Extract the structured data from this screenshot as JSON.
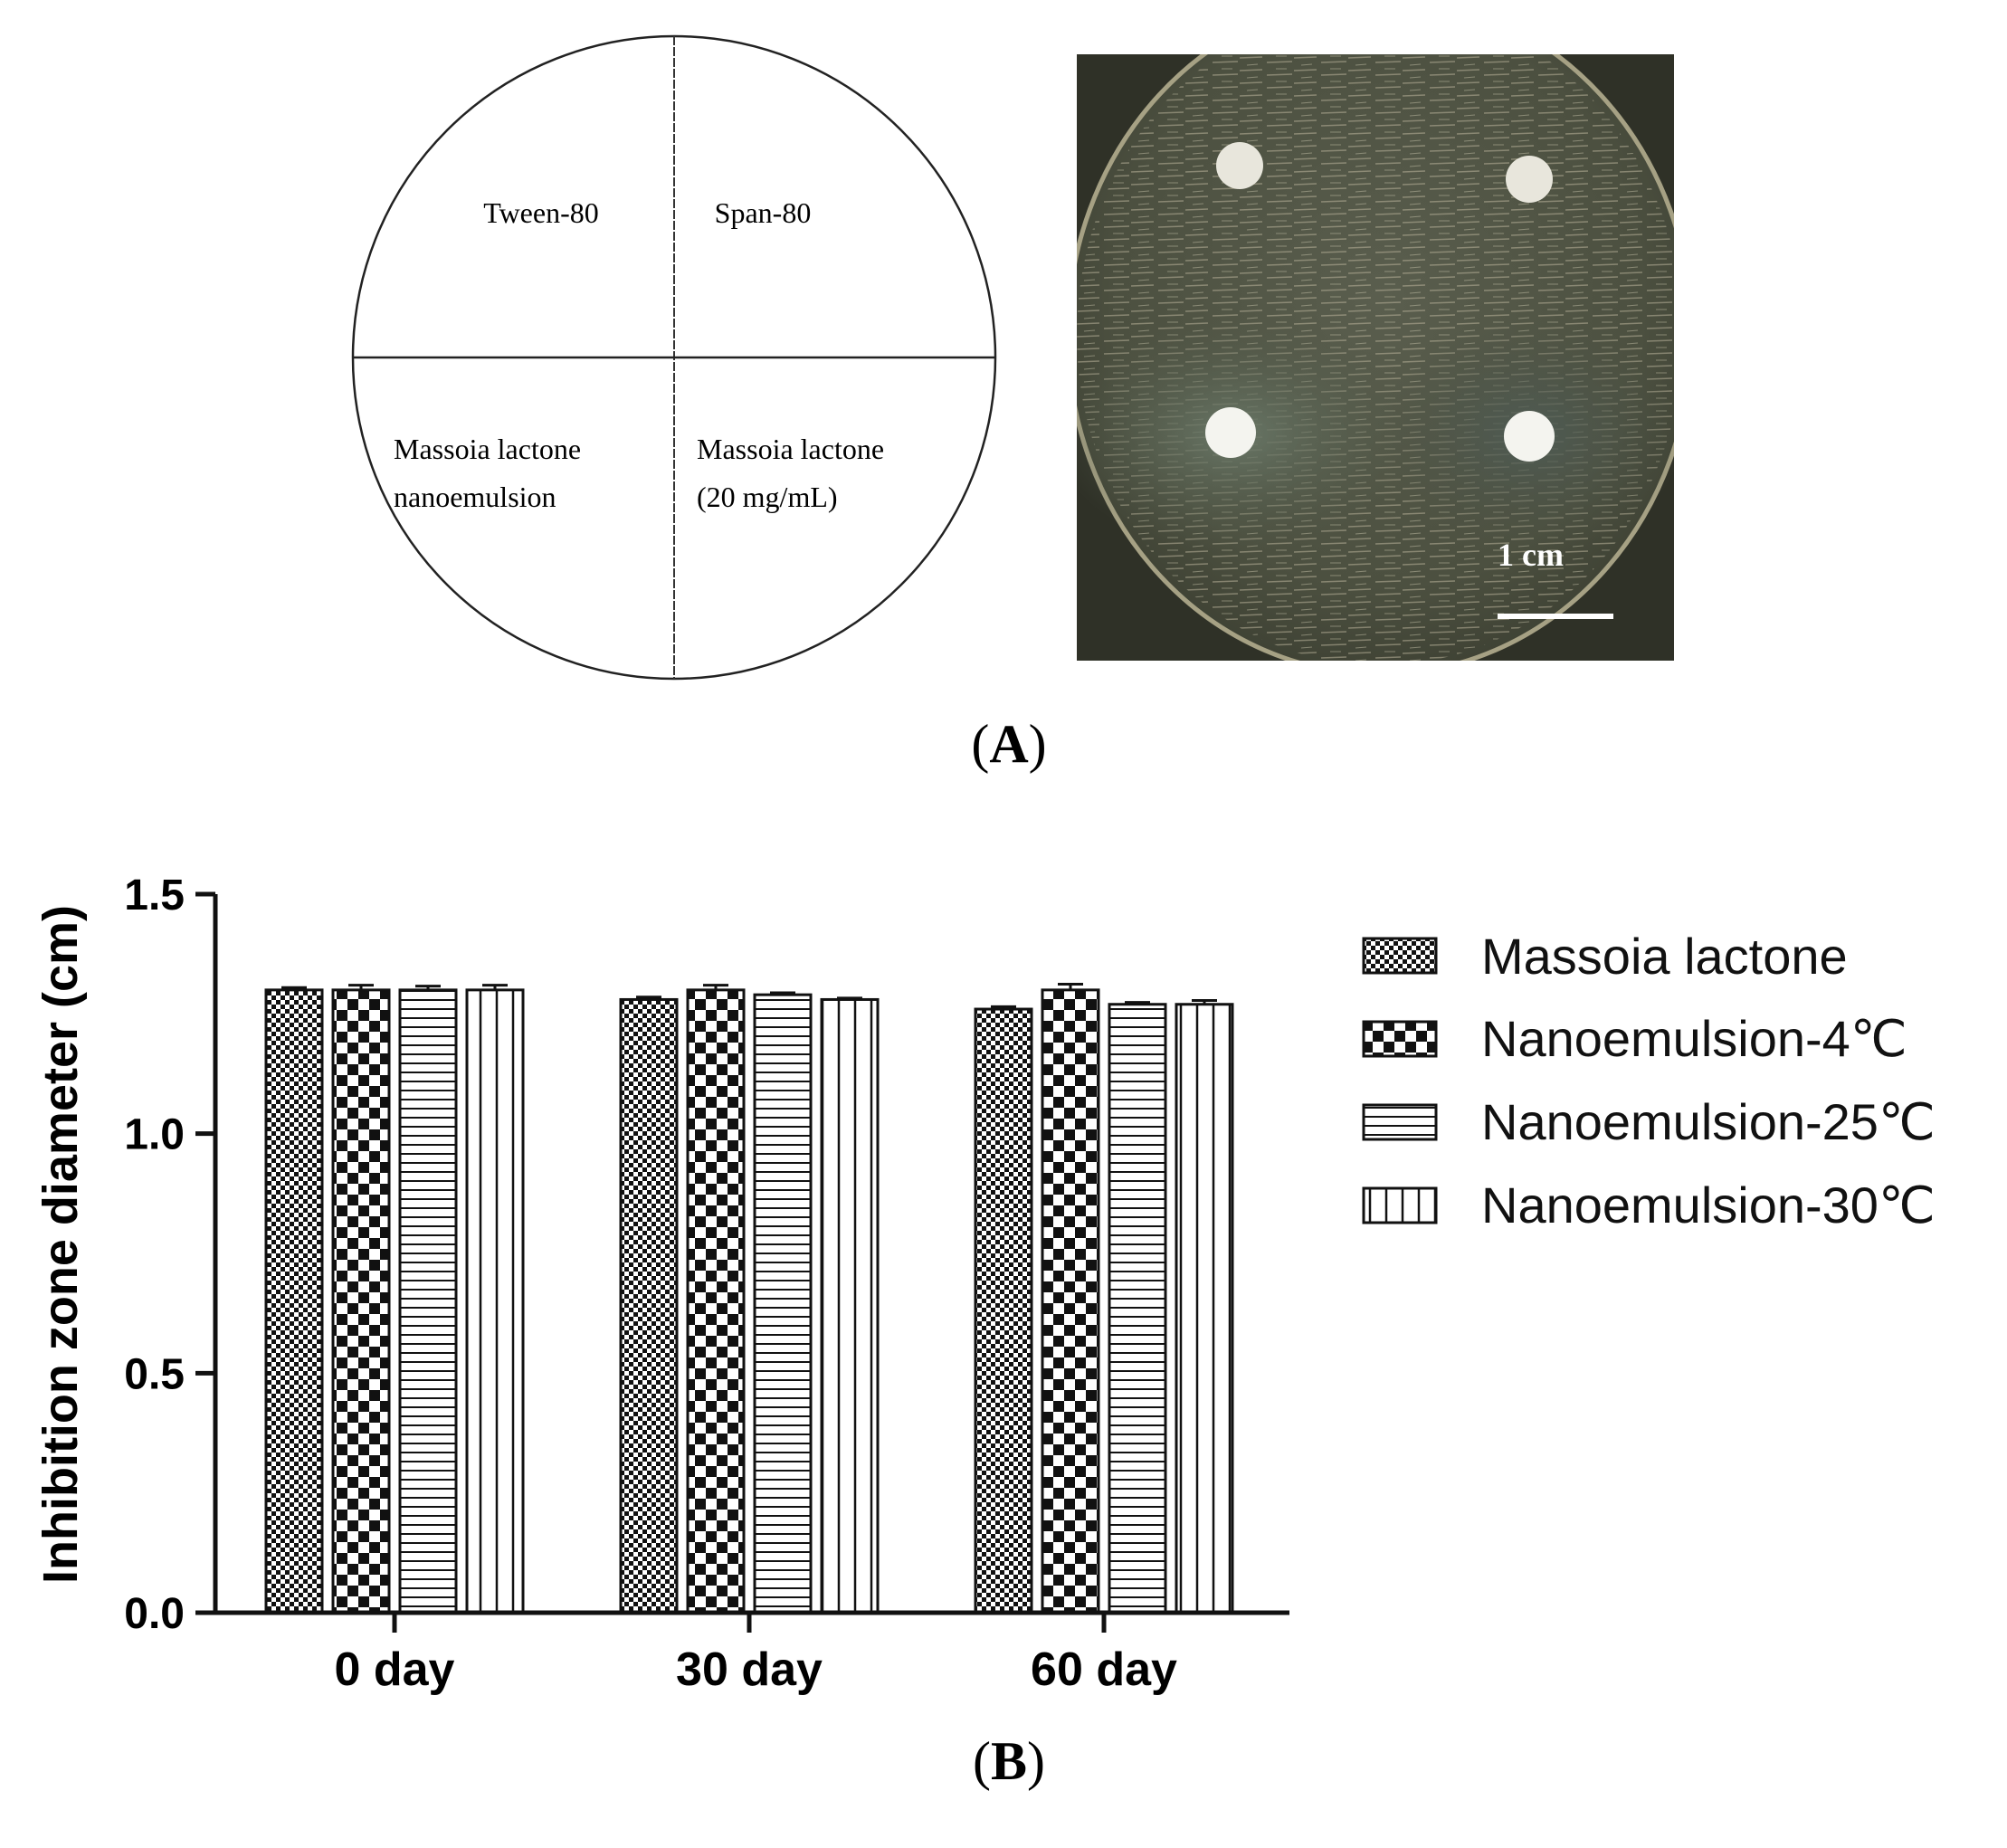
{
  "panel_a": {
    "label_open": "(",
    "label_letter": "A",
    "label_close": ")",
    "diagram": {
      "quadrants": {
        "top_left": [
          "Tween-80"
        ],
        "top_right": [
          "Span-80"
        ],
        "bottom_left": [
          "Massoia lactone",
          "nanoemulsion"
        ],
        "bottom_right": [
          "Massoia lactone",
          "(20 mg/mL)"
        ]
      }
    },
    "photo": {
      "scale_bar_label": "1 cm"
    }
  },
  "panel_b": {
    "label_open": "(",
    "label_letter": "B",
    "label_close": ")"
  },
  "colors": {
    "ink": "#111111",
    "photo_background": "#4a4f3f",
    "agar_clear_zone": "#5d6a5f",
    "paper_disc": "#f1f1ec"
  },
  "chart_data": {
    "type": "bar",
    "categories": [
      "0 day",
      "30 day",
      "60 day"
    ],
    "ylabel": "Inhibition zone diameter (cm)",
    "xlabel": "",
    "ylim": [
      0,
      1.5
    ],
    "yticks": [
      "0.0",
      "0.5",
      "1.0",
      "1.5"
    ],
    "grid": false,
    "legend_position": "right",
    "series": [
      {
        "name": "Massoia lactone",
        "pattern": "fine-checker",
        "values": [
          1.3,
          1.28,
          1.26
        ],
        "errors": [
          0.005,
          0.005,
          0.005
        ]
      },
      {
        "name": "Nanoemulsion-4℃",
        "pattern": "coarse-checker",
        "values": [
          1.3,
          1.3,
          1.3
        ],
        "errors": [
          0.01,
          0.01,
          0.012
        ]
      },
      {
        "name": "Nanoemulsion-25℃",
        "pattern": "horizontal-lines",
        "values": [
          1.3,
          1.29,
          1.27
        ],
        "errors": [
          0.008,
          0.004,
          0.004
        ]
      },
      {
        "name": "Nanoemulsion-30℃",
        "pattern": "vertical-lines",
        "values": [
          1.3,
          1.28,
          1.27
        ],
        "errors": [
          0.01,
          0.003,
          0.008
        ]
      }
    ]
  }
}
